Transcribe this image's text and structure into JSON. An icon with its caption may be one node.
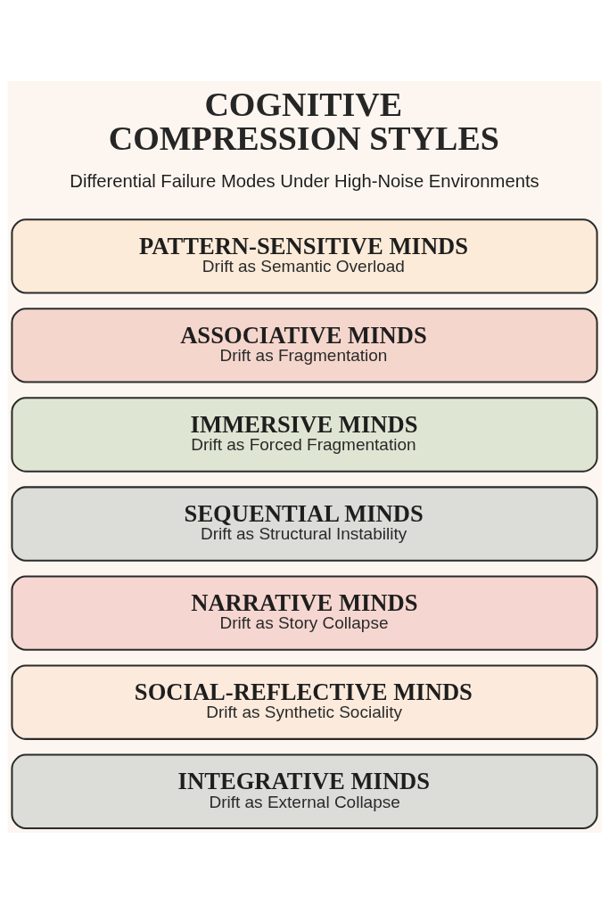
{
  "diagram": {
    "title": "COGNITIVE COMPRESSION STYLES",
    "nodes": [
      {
        "text": [
          "PATTERN-SENSITIVE MINDS",
          "Drift as Semantic Overload"
        ]
      },
      {
        "text": [
          "ASSOCIATIVE MINDS",
          "Drift as Fragmentation"
        ]
      },
      {
        "text": [
          "IMMERSIVE MINDS",
          "Drift as Forced Fragmentation"
        ]
      },
      {
        "text": [
          "SEQUENTIAL MINDS",
          "Drift as Structural Instability"
        ]
      },
      {
        "text": [
          "NARRATIVE MINDS",
          "Drift as Story Collapse"
        ]
      },
      {
        "text": [
          "SOCIAL-REFLECTIVE MINDS",
          "Drift as Synthetic Sociality"
        ]
      },
      {
        "text": [
          "INTEGRATIVE MINDS",
          "Drift as External Collapse"
        ]
      }
    ],
    "labels": [
      "Differential Failure Modes Under High-Noise Environments"
    ]
  }
}
